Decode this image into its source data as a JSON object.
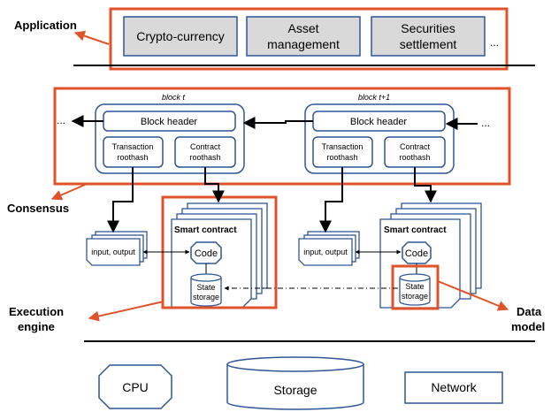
{
  "layers": {
    "application": "Application",
    "consensus": "Consensus",
    "execution_line1": "Execution",
    "execution_line2": "engine",
    "data_model_line1": "Data",
    "data_model_line2": "model"
  },
  "apps": [
    {
      "line1": "Crypto-currency",
      "line2": ""
    },
    {
      "line1": "Asset",
      "line2": "management"
    },
    {
      "line1": "Securities",
      "line2": "settlement"
    }
  ],
  "apps_more": "...",
  "blocks": [
    {
      "label": "block t",
      "header": "Block header",
      "tx_line1": "Transaction",
      "tx_line2": "roothash",
      "contract_line1": "Contract",
      "contract_line2": "roothash"
    },
    {
      "label": "block t+1",
      "header": "Block header",
      "tx_line1": "Transaction",
      "tx_line2": "roothash",
      "contract_line1": "Contract",
      "contract_line2": "roothash"
    }
  ],
  "chain_more_left": "...",
  "chain_more_right": "...",
  "execution": {
    "io_label": "input, output",
    "smart_contract": "Smart contract",
    "code": "Code",
    "state_line1": "State",
    "state_line2": "storage"
  },
  "hardware": {
    "cpu": "CPU",
    "storage": "Storage",
    "network": "Network"
  },
  "colors": {
    "highlight": "#e0532a",
    "component_border": "#2f5597",
    "app_fill": "#d9d9d9"
  }
}
